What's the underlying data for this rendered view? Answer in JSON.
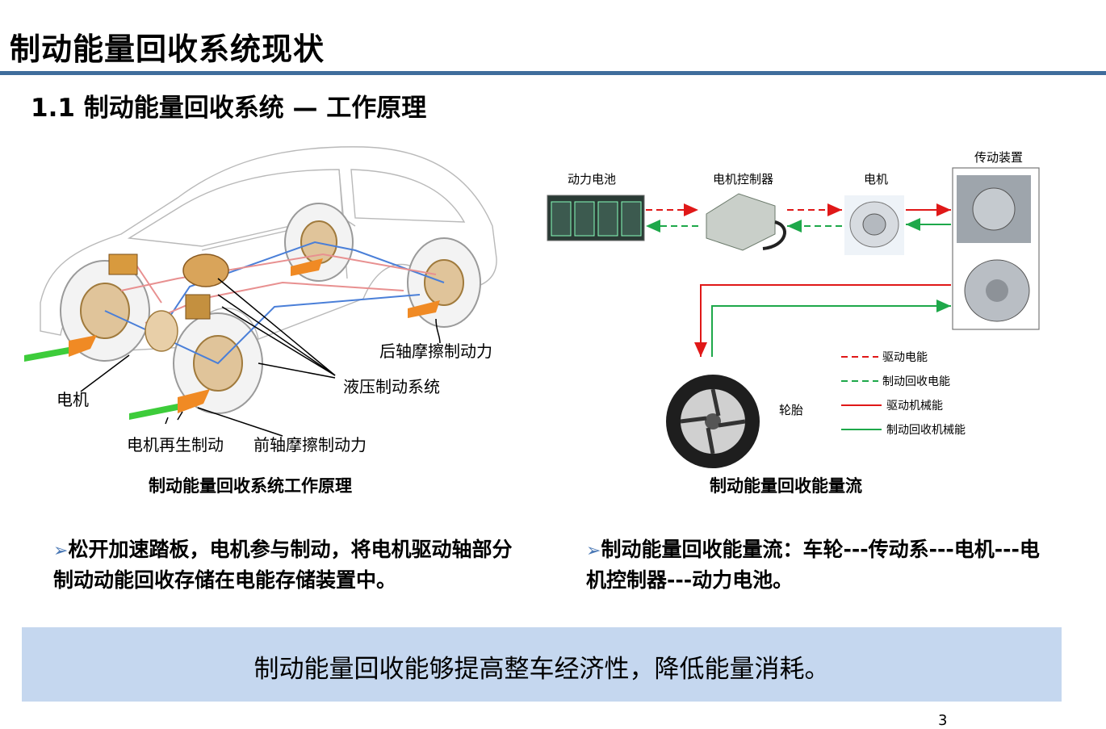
{
  "header": {
    "title": "制动能量回收系统现状",
    "subtitle": "1.1 制动能量回收系统 — 工作原理"
  },
  "left_figure": {
    "caption": "制动能量回收系统工作原理",
    "labels": {
      "motor": "电机",
      "regen": "电机再生制动",
      "front": "前轴摩擦制动力",
      "hydraulic": "液压制动系统",
      "rear": "后轴摩擦制动力"
    }
  },
  "right_figure": {
    "caption": "制动能量回收能量流",
    "nodes": {
      "battery": "动力电池",
      "controller": "电机控制器",
      "motor": "电机",
      "transmission": "传动装置",
      "tire": "轮胎"
    },
    "legend": [
      {
        "label": "驱动电能",
        "color": "#e01818",
        "dashed": true
      },
      {
        "label": "制动回收电能",
        "color": "#1ea84a",
        "dashed": true
      },
      {
        "label": "驱动机械能",
        "color": "#e01818",
        "dashed": false
      },
      {
        "label": "制动回收机械能",
        "color": "#1ea84a",
        "dashed": false
      }
    ]
  },
  "bullets": {
    "left": "松开加速踏板，电机参与制动，将电机驱动轴部分制动动能回收存储在电能存储装置中。",
    "right": "制动能量回收能量流：车轮---传动系---电机---电机控制器---动力电池。",
    "marker": "➢"
  },
  "summary": "制动能量回收能够提高整车经济性，降低能量消耗。",
  "page_number": "3",
  "colors": {
    "rule": "#3f6d9c",
    "summary_bg": "#c5d7ef",
    "red": "#e01818",
    "green": "#1ea84a",
    "blue_line": "#4a7fd8",
    "orange": "#f08a24"
  }
}
